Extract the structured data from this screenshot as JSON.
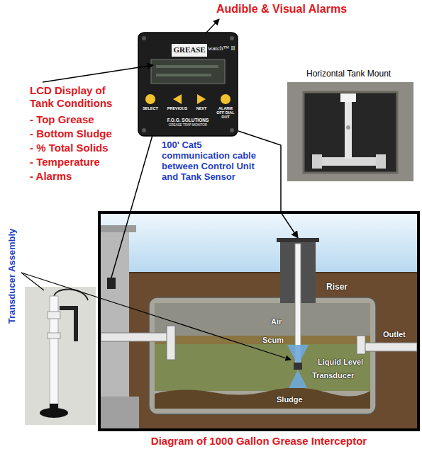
{
  "diagram": {
    "caption": "Diagram of 1000 Gallon Grease Interceptor",
    "nodes": [
      {
        "text": [
          "GREASE",
          "watch™ II",
          "SELECT",
          "PREVIOUS",
          "NEXT",
          "ALARM OFF DIAL OUT",
          "F.O.G. SOLUTIONS",
          "GREASE TRAP MONITOR"
        ]
      }
    ],
    "labels": [
      "Audible & Visual Alarms",
      "LCD Display of Tank Conditions",
      "- Top Grease",
      "- Bottom Sludge",
      "- % Total Solids",
      "- Temperature",
      "- Alarms",
      "Horizontal Tank Mount",
      "100' Cat5 communication cable between Control Unit and Tank Sensor",
      "Transducer Assembly",
      "Riser",
      "Air",
      "Scum",
      "Outlet",
      "Liquid Level",
      "Transducer",
      "Sludge"
    ]
  }
}
